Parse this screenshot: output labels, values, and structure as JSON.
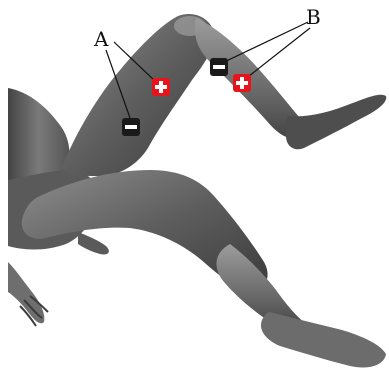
{
  "labels": {
    "a": "A",
    "b": "B"
  },
  "electrodes": {
    "a": [
      {
        "polarity": "positive",
        "icon": "plus-icon",
        "color": "#e8141b"
      },
      {
        "polarity": "negative",
        "icon": "minus-icon",
        "color": "#1a1a1a"
      }
    ],
    "b": [
      {
        "polarity": "positive",
        "icon": "plus-icon",
        "color": "#e8141b"
      },
      {
        "polarity": "negative",
        "icon": "minus-icon",
        "color": "#1a1a1a"
      }
    ]
  },
  "colors": {
    "body_light": "#9a9a9a",
    "body_dark": "#3a3a3a",
    "positive": "#e8141b",
    "negative": "#1a1a1a"
  }
}
